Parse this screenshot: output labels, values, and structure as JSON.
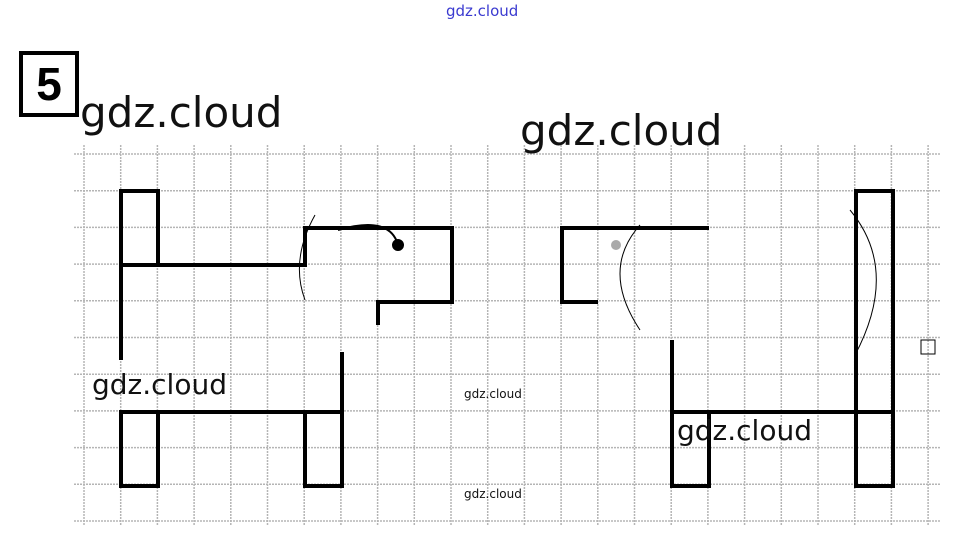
{
  "header": {
    "watermark_top": "gdz.cloud"
  },
  "exercise": {
    "number": "5"
  },
  "watermarks": [
    "gdz.cloud",
    "gdz.cloud",
    "gdz.cloud",
    "gdz.cloud",
    "gdz.cloud",
    "gdz.cloud"
  ],
  "colors": {
    "grid": "#b0b0b0",
    "figure": "#000000",
    "top_watermark": "#3a3ad0"
  }
}
